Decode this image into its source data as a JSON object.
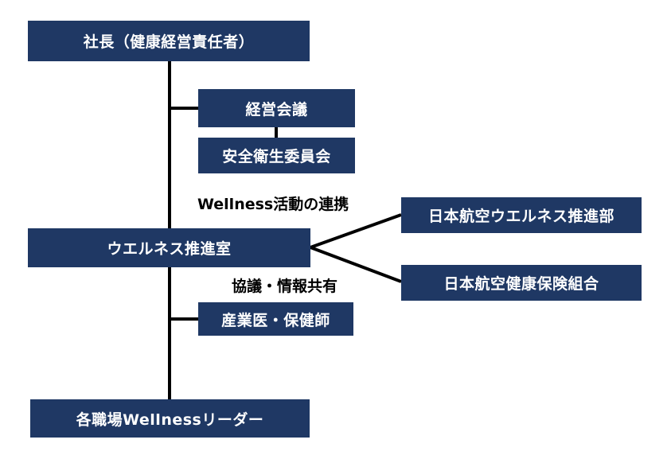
{
  "nodes": {
    "president": "社長（健康経営責任者）",
    "management_meeting": "経営会議",
    "safety_health_committee": "安全衛生委員会",
    "wellness_office": "ウエルネス推進室",
    "jal_wellness_dept": "日本航空ウエルネス推進部",
    "jal_health_insurance": "日本航空健康保険組合",
    "occupational_physician": "産業医・保健師",
    "workplace_leaders": "各職場Wellnessリーダー"
  },
  "edge_labels": {
    "wellness_link": "Wellness活動の連携",
    "consult_share": "協議・情報共有"
  },
  "colors": {
    "box_fill": "#1f3864",
    "box_text": "#ffffff",
    "line": "#000000"
  }
}
